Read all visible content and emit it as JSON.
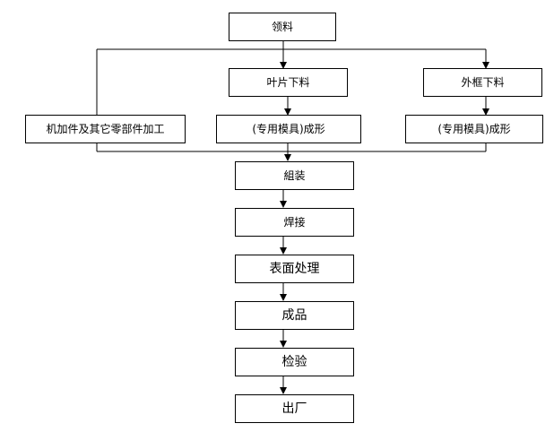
{
  "nodes": {
    "lingliao": "领料",
    "machining": "机加件及其它零部件加工",
    "blade_blank": "叶片下料",
    "frame_blank": "外框下料",
    "blade_form": "(专用模具)成形",
    "frame_form": "(专用模具)成形",
    "assembly": "組装",
    "welding": "焊接",
    "surface": "表面处理",
    "product": "成品",
    "inspection": "检验",
    "shipping": "出厂"
  }
}
